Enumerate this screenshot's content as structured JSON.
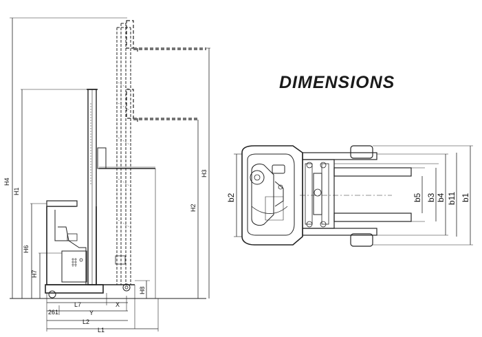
{
  "title": "DIMENSIONS",
  "side_view": {
    "heights": {
      "h4": "H4",
      "h1": "H1",
      "h6": "H6",
      "h7": "H7",
      "h3": "H3",
      "h2": "H2",
      "h8": "H8"
    },
    "lengths": {
      "l7": "L7",
      "x": "X",
      "dim261": "261",
      "y": "Y",
      "l2": "L2",
      "l1": "L1"
    }
  },
  "top_view": {
    "widths": {
      "b2": "b2",
      "b5": "b5",
      "b3": "b3",
      "b4": "b4",
      "b11": "b11",
      "b1": "b1"
    }
  }
}
